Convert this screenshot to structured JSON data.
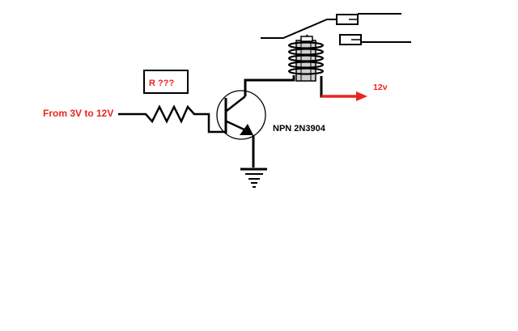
{
  "labels": {
    "input": "From 3V to 12V",
    "resistor": "R ???",
    "transistor": "NPN 2N3904",
    "supply": "12v"
  },
  "colors": {
    "wire": "#000000",
    "label_red": "#e8251f",
    "supply_arrow": "#e8251f",
    "coil_fill": "#cfcfcf",
    "background": "#ffffff"
  }
}
